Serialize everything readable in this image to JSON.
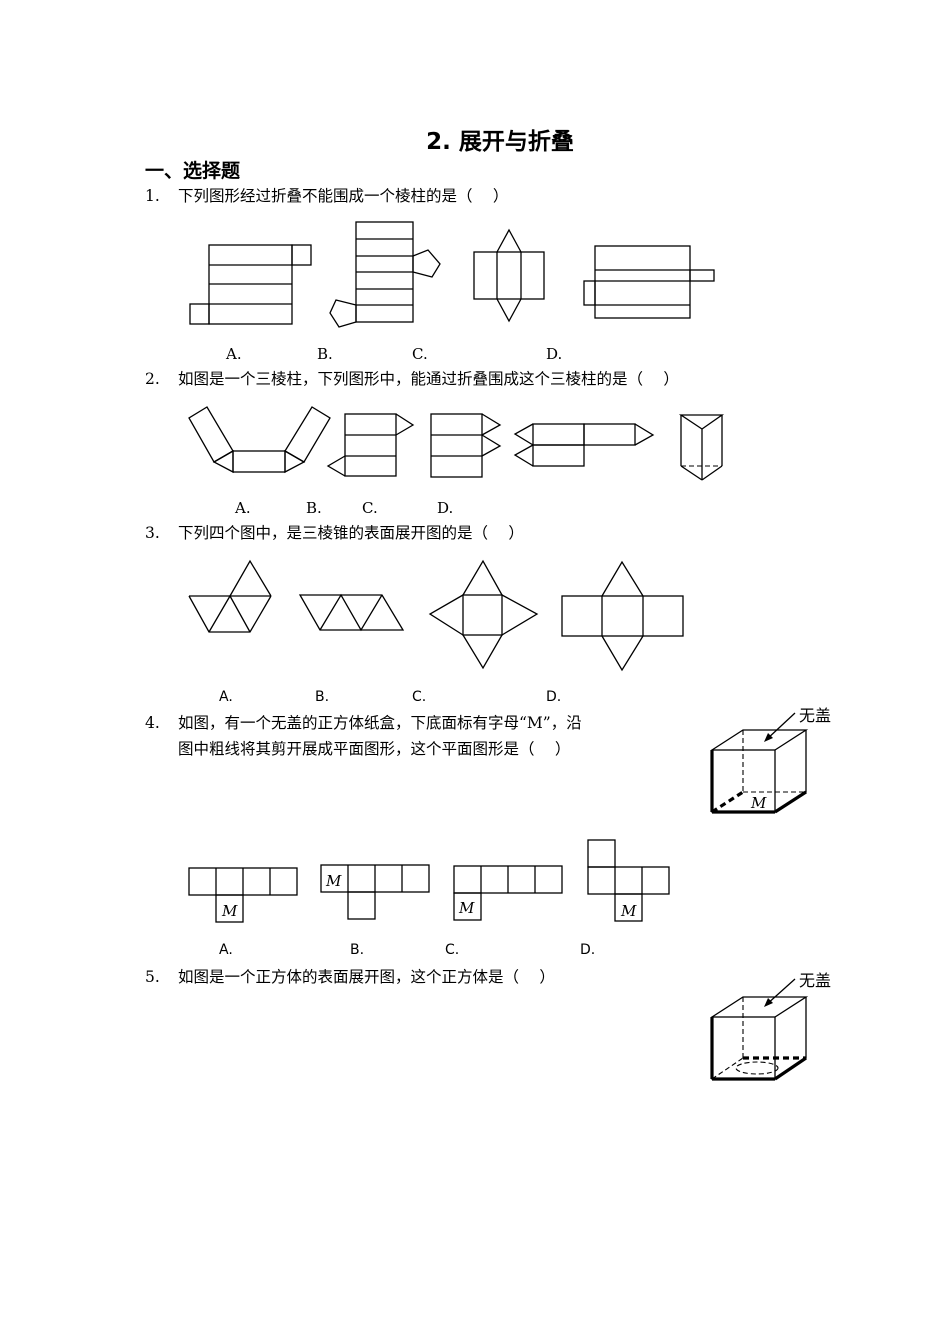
{
  "document": {
    "title": "2. 展开与折叠",
    "section": "一、选择题"
  },
  "questions": [
    {
      "number": "1.",
      "text": "下列图形经过折叠不能围成一个棱柱的是（　 ）",
      "options": [
        "A.",
        "B.",
        "C.",
        "D."
      ]
    },
    {
      "number": "2.",
      "text": "如图是一个三棱柱，下列图形中，能通过折叠围成这个三棱柱的是（　 ）",
      "options": [
        "A.",
        "B.",
        "C.",
        "D."
      ]
    },
    {
      "number": "3.",
      "text": "下列四个图中，是三棱锥的表面展开图的是（　 ）",
      "options": [
        "A.",
        "B.",
        "C.",
        "D."
      ]
    },
    {
      "number": "4.",
      "text_line1": "如图，有一个无盖的正方体纸盒，下底面标有字母“M”，沿",
      "text_line2": "图中粗线将其剪开展成平面图形，这个平面图形是（　 ）",
      "figure_label": "无盖",
      "letter": "M",
      "options": [
        "A.",
        "B.",
        "C.",
        "D."
      ]
    },
    {
      "number": "5.",
      "text": "如图是一个正方体的表面展开图，这个正方体是（　 ）",
      "figure_label": "无盖"
    }
  ]
}
